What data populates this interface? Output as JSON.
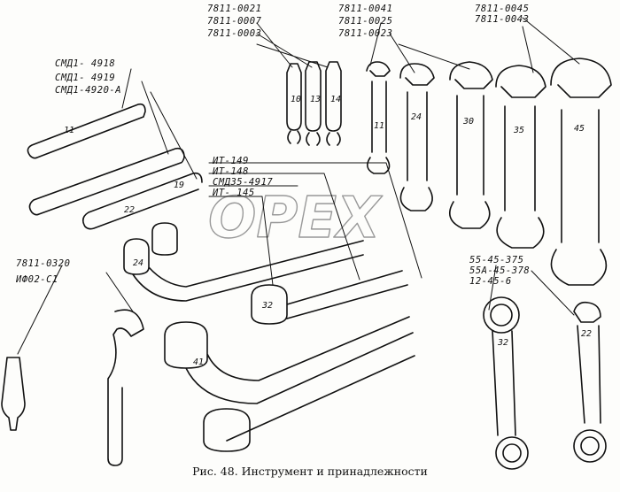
{
  "caption": "Рис. 48. Инструмент и принадлежности",
  "watermark": "OPEX",
  "callouts": {
    "small_wrenches": [
      "7811-0021",
      "7811-0007",
      "7811-0003"
    ],
    "medium_wrenches": [
      "7811-0041",
      "7811-0025",
      "7811-0023"
    ],
    "large_wrenches": [
      "7811-0045",
      "7811-0043"
    ],
    "tube_wrenches": [
      "СМД1- 4918",
      "СМД1- 4919",
      "СМД1-4920-А"
    ],
    "socket_wrenches": [
      "ИТ-149",
      "ИТ-148",
      "СМД35-4917",
      "ИТ- 145"
    ],
    "pin_wrench": [
      "7811-0320",
      "ИФ02-С1"
    ],
    "ring_wrenches": [
      "55-45-375",
      "55А-45-378",
      "12-45-6"
    ]
  },
  "size_marks": {
    "small": [
      "10",
      "13",
      "14"
    ],
    "medium": [
      "11",
      "24",
      "30"
    ],
    "large": [
      "35",
      "45"
    ],
    "tubes": [
      "11",
      "19",
      "22"
    ],
    "sockets": [
      "24",
      "32",
      "41"
    ],
    "rings": [
      "32",
      "22"
    ]
  }
}
